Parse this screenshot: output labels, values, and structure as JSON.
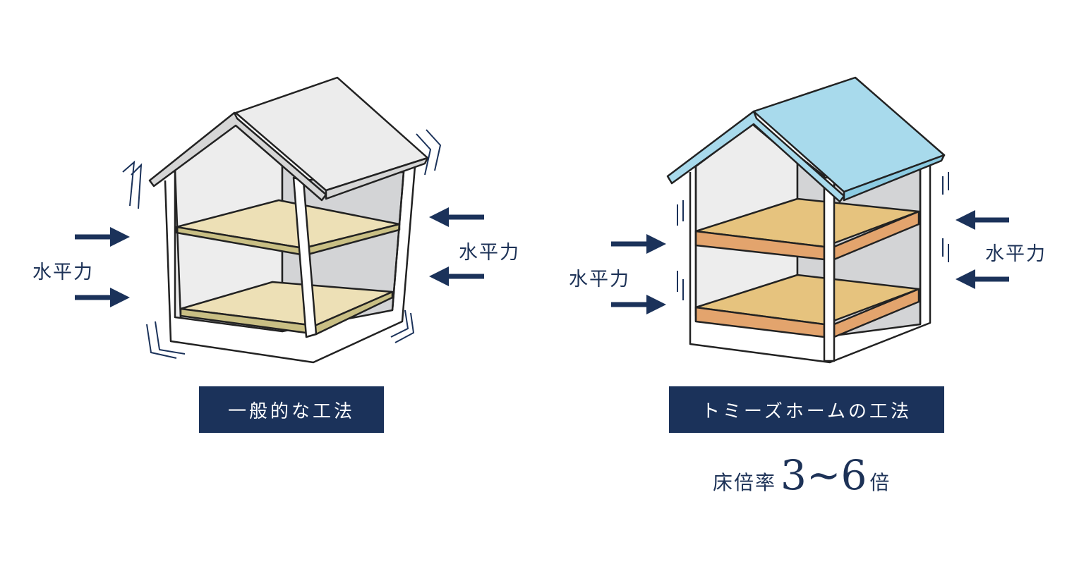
{
  "force_label": "水平力",
  "conventional": {
    "caption": "一般的な工法"
  },
  "tomys": {
    "caption": "トミーズホームの工法",
    "ratio_prefix": "床倍率",
    "ratio_value": "3~6",
    "ratio_suffix": "倍"
  },
  "colors": {
    "navy": "#1b325a",
    "conventional_roof": "#ececec",
    "conventional_floor": "#ede0b6",
    "conventional_floor_edge": "#c9bf84",
    "tomys_roof": "#a8daec",
    "tomys_floor": "#e6c37e",
    "tomys_floor_edge": "#e3a46d",
    "wall_interior": "#ededed",
    "wall_shadow": "#d3d4d6"
  }
}
